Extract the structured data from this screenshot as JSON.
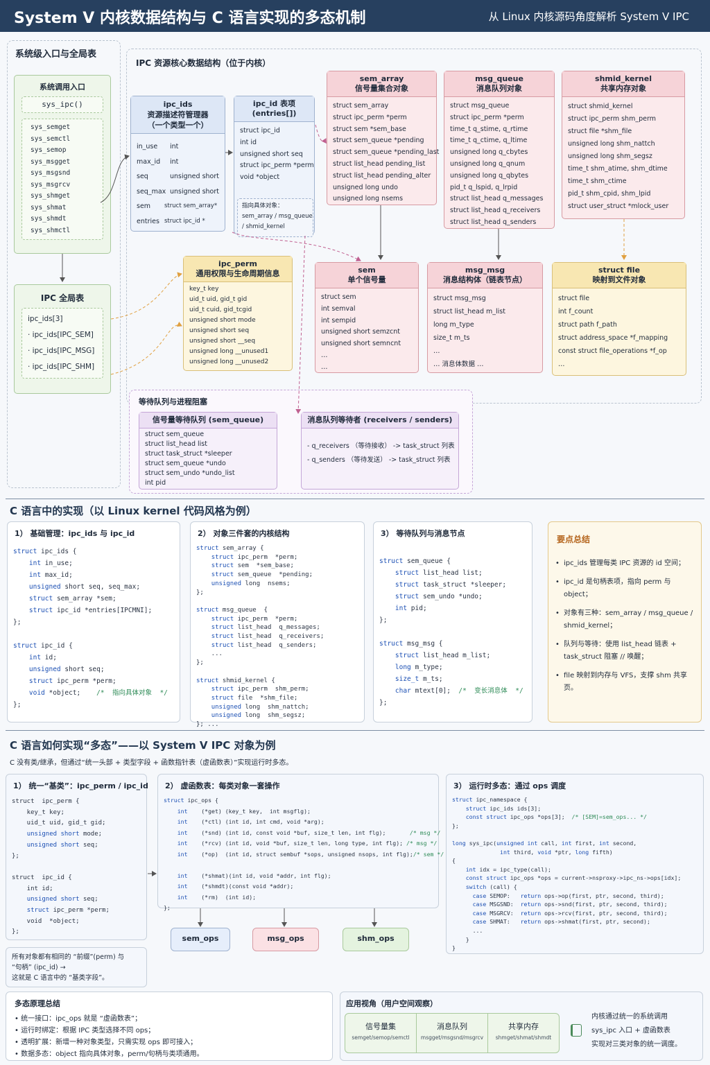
{
  "header": {
    "title": "System V 内核数据结构与 C 语言实现的多态机制",
    "subtitle": "从 Linux 内核源码角度解析 System V IPC"
  },
  "left": {
    "title": "系统级入口与全局表",
    "syscall_title": "系统调用入口",
    "sys_ipc": "sys_ipc()",
    "syscalls": [
      "sys_semget",
      "sys_semctl",
      "sys_semop",
      "sys_msgget",
      "sys_msgsnd",
      "sys_msgrcv",
      "sys_shmget",
      "sys_shmat",
      "sys_shmdt",
      "sys_shmctl"
    ],
    "global_title": "IPC 全局表",
    "global_items": [
      "ipc_ids[3]",
      "· ipc_ids[IPC_SEM]",
      "· ipc_ids[IPC_MSG]",
      "· ipc_ids[IPC_SHM]"
    ]
  },
  "core_title": "IPC 资源核心数据结构（位于内核）",
  "ipc_ids": {
    "title": "ipc_ids\n资源描述符管理器\n（一个类型一个）",
    "rows": [
      [
        "in_use",
        "int"
      ],
      [
        "max_id",
        "int"
      ],
      [
        "seq",
        "unsigned short"
      ],
      [
        "seq_max",
        "unsigned short"
      ],
      [
        "sem",
        "struct sem_array*"
      ],
      [
        "entries",
        "struct ipc_id *"
      ]
    ]
  },
  "ipc_id": {
    "title": "ipc_id 表项\n(entries[])",
    "lines": [
      "struct ipc_id",
      "int id",
      "unsigned short  seq",
      "struct ipc_perm *perm",
      "void  *object"
    ],
    "note": "指向具体对象：\nsem_array / msg_queue\n/ shmid_kernel"
  },
  "sem_array": {
    "title": "sem_array\n信号量集合对象",
    "lines": [
      "struct sem_array",
      "struct ipc_perm  *perm",
      "struct sem  *sem_base",
      "struct sem_queue  *pending",
      "struct sem_queue *pending_last",
      "struct list_head  pending_list",
      "struct list_head  pending_alter",
      "unsigned long  undo",
      "unsigned long  nsems"
    ]
  },
  "msg_queue": {
    "title": "msg_queue\n消息队列对象",
    "lines": [
      "struct msg_queue",
      "struct ipc_perm  *perm",
      "time_t  q_stime, q_rtime",
      "time_t  q_ctime, q_ltime",
      "unsigned long  q_cbytes",
      "unsigned long  q_qnum",
      "unsigned long  q_qbytes",
      "pid_t  q_lspid, q_lrpid",
      "struct list_head  q_messages",
      "struct list_head  q_receivers",
      "struct list_head  q_senders"
    ]
  },
  "shmid_kernel": {
    "title": "shmid_kernel\n共享内存对象",
    "lines": [
      "struct shmid_kernel",
      "struct ipc_perm  shm_perm",
      "struct file  *shm_file",
      "unsigned long  shm_nattch",
      "unsigned long  shm_segsz",
      "time_t  shm_atime, shm_dtime",
      "time_t  shm_ctime",
      "pid_t  shm_cpid, shm_lpid",
      "struct user_struct *mlock_user"
    ]
  },
  "ipc_perm": {
    "title": "ipc_perm\n通用权限与生命周期信息",
    "lines": [
      "key_t    key",
      "uid_t    uid, gid_t gid",
      "uid_t    cuid, gid_tcgid",
      "unsigned short  mode",
      "unsigned short  seq",
      "unsigned short  __seq",
      "unsigned long   __unused1",
      "unsigned long   __unused2"
    ]
  },
  "sem": {
    "title": "sem\n单个信号量",
    "lines": [
      "struct  sem",
      "int  semval",
      "int  sempid",
      "unsigned short  semzcnt",
      "unsigned short  semncnt",
      "…",
      "…"
    ]
  },
  "msg_msg": {
    "title": "msg_msg\n消息结构体（链表节点）",
    "lines": [
      "struct msg_msg",
      "struct list_head  m_list",
      "long  m_type",
      "size_t  m_ts",
      "…",
      "… 消息体数据 …"
    ]
  },
  "struct_file": {
    "title": "struct file\n映射到文件对象",
    "lines": [
      "struct  file",
      "int  f_count",
      "struct path  f_path",
      "struct address_space *f_mapping",
      "const struct file_operations *f_op",
      "…"
    ]
  },
  "wait": {
    "title": "等待队列与进程阻塞",
    "semq_title": "信号量等待队列 (sem_queue)",
    "semq_lines": [
      "struct sem_queue",
      "struct list_head list",
      "struct task_struct *sleeper",
      "struct sem_queue *undo",
      "struct sem_undo *undo_list",
      "int pid"
    ],
    "msgq_title": "消息队列等待者 (receivers / senders)",
    "msgq_lines": [
      "- q_receivers （等待接收） -> task_struct 列表",
      "- q_senders   （等待发送） -> task_struct 列表"
    ]
  },
  "sec2": {
    "title": "C 语言中的实现（以 Linux kernel 代码风格为例）",
    "p1_title": "1） 基础管理：ipc_ids 与 ipc_id",
    "p2_title": "2） 对象三件套的内核结构",
    "p3_title": "3） 等待队列与消息节点",
    "sum_title": "要点总结",
    "sum_items": [
      "ipc_ids 管理每类 IPC 资源的 id 空间；",
      "ipc_id 是句柄表项，指向 perm 与 object；",
      "对象有三种：sem_array / msg_queue / shmid_kernel；",
      "队列与等待：使用 list_head 链表 + task_struct 阻塞 // 唤醒；",
      "file 映射到内存与 VFS，支撑 shm 共享页。"
    ]
  },
  "sec3": {
    "title": "C 语言如何实现“多态”——以 System V IPC 对象为例",
    "desc": "C 没有类/继承，但通过“统一头部 + 类型字段 + 函数指针表（虚函数表）”实现运行时多态。",
    "p1_title": "1） 统一“基类”：ipc_perm / ipc_id",
    "p2_title": "2） 虚函数表：每类对象一套操作",
    "p3_title": "3） 运行时多态：通过 ops 调度",
    "note": "所有对象都有相同的 “前缀”(perm) 与\n“句柄” (ipc_id) →\n这就是 C 语言中的 “基类字段”。",
    "ops": [
      "sem_ops",
      "msg_ops",
      "shm_ops"
    ]
  },
  "principle": {
    "title": "多态原理总结",
    "items": [
      "统一接口：ipc_ops 就是 “虚函数表”；",
      "运行时绑定：根据 IPC 类型选择不同 ops；",
      "透明扩展：新增一种对象类型，只需实现 ops 即可接入；",
      "数据多态：object 指向具体对象，perm/句柄与类项通用。"
    ]
  },
  "app": {
    "title": "应用视角（用户空间观察）",
    "cards": [
      {
        "name": "信号量集",
        "sub": "semget/semop/semctl"
      },
      {
        "name": "消息队列",
        "sub": "msgget/msgsnd/msgrcv"
      },
      {
        "name": "共享内存",
        "sub": "shmget/shmat/shmdt"
      }
    ],
    "note": "内核通过统一的系统调用\nsys_ipc 入口 + 虚函数表\n实现对三类对象的统一调度。"
  },
  "colors": {
    "header": "#27405f",
    "red": "#fbeaec",
    "yellow": "#fdf6df",
    "blue": "#eef3fb",
    "green": "#eef6ea",
    "purple": "#f6f0fa",
    "keyword": "#1b4fb3",
    "comment": "#2e8b57"
  }
}
